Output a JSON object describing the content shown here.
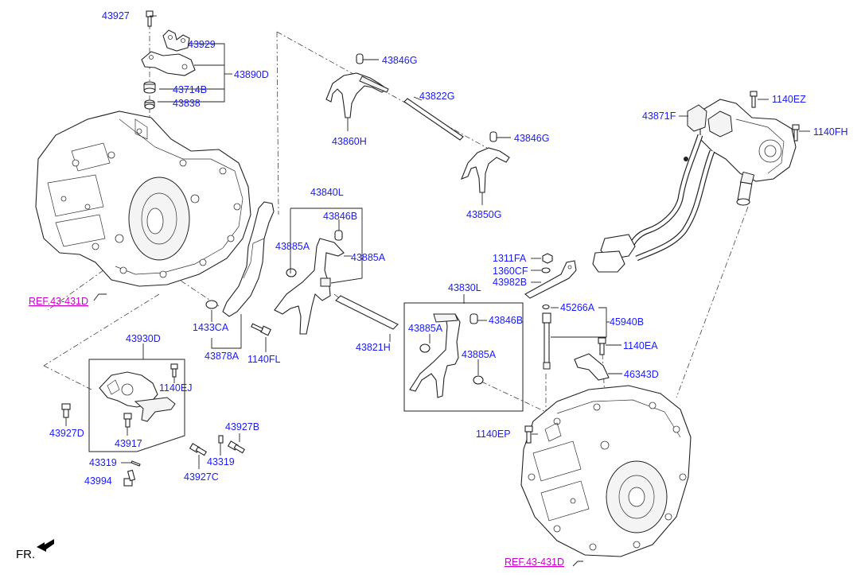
{
  "labels": {
    "p43927": "43927",
    "p43929": "43929",
    "p43890D": "43890D",
    "p43714B": "43714B",
    "p43838": "43838",
    "p43846G_1": "43846G",
    "p43822G": "43822G",
    "p43846G_2": "43846G",
    "p43860H": "43860H",
    "p43850G": "43850G",
    "p43871F": "43871F",
    "p1140EZ": "1140EZ",
    "p1140FH": "1140FH",
    "p43840L": "43840L",
    "p43846B_1": "43846B",
    "p43885A_1": "43885A",
    "p43885A_2": "43885A",
    "p1311FA": "1311FA",
    "p1360CF": "1360CF",
    "p43982B": "43982B",
    "p43830L": "43830L",
    "p45266A": "45266A",
    "p45940B": "45940B",
    "p43885A_3": "43885A",
    "p43846B_2": "43846B",
    "p43885A_4": "43885A",
    "p1140EA": "1140EA",
    "p46343D": "46343D",
    "p1433CA": "1433CA",
    "p43878A": "43878A",
    "p1140FL": "1140FL",
    "p43821H": "43821H",
    "p43930D": "43930D",
    "p1140EJ": "1140EJ",
    "p43927D": "43927D",
    "p43917": "43917",
    "p43927B": "43927B",
    "p43319_1": "43319",
    "p43319_2": "43319",
    "p43927C": "43927C",
    "p43994": "43994",
    "p1140EP": "1140EP"
  },
  "refs": {
    "ref_left": "REF.43-431D",
    "ref_right": "REF.43-431D"
  },
  "direction": {
    "front": "FR."
  },
  "colors": {
    "part_label": "#1a1aff",
    "ref_label": "#cc00cc",
    "linework": "#222222"
  }
}
